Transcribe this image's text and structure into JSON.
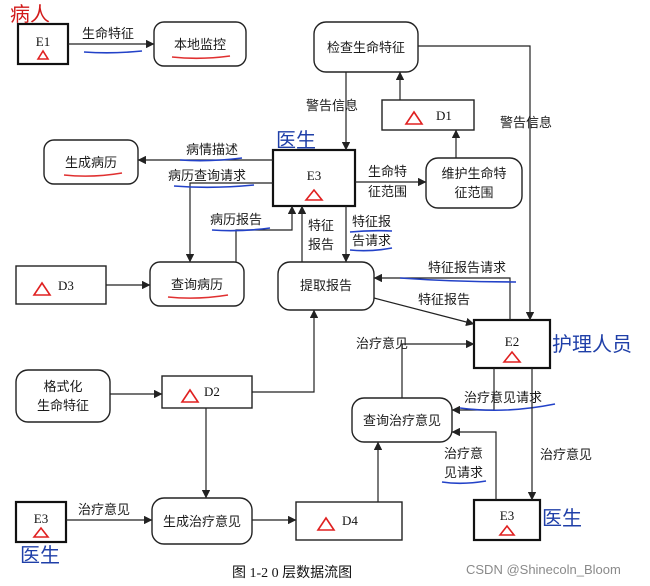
{
  "annotations": {
    "patient": "病人",
    "doctor": "医生",
    "nurse": "护理人员"
  },
  "entities": {
    "e1": "E1",
    "e3_top": "E3",
    "e2": "E2",
    "e3_bottom_left": "E3",
    "e3_bottom_right": "E3"
  },
  "processes": {
    "local_monitor": "本地监控",
    "check_vitals": "检查生命特征",
    "generate_record": "生成病历",
    "maintain_range": [
      "维护生命特",
      "征范围"
    ],
    "query_record": "查询病历",
    "extract_report": "提取报告",
    "format_vitals": [
      "格式化",
      "生命特征"
    ],
    "query_treatment": "查询治疗意见",
    "generate_treatment": "生成治疗意见"
  },
  "stores": {
    "d1": "D1",
    "d2": "D2",
    "d3": "D3",
    "d4": "D4"
  },
  "flows": {
    "vital_signs": "生命特征",
    "alarm_left": "警告信息",
    "alarm_right": "警告信息",
    "condition_desc": "病情描述",
    "record_query_req": "病历查询请求",
    "record_report": "病历报告",
    "vital_range": [
      "生命特",
      "征范围"
    ],
    "vital_report_a": [
      "特征",
      "报告"
    ],
    "vital_report_req_a": [
      "特征报",
      "告请求"
    ],
    "vital_report_req_b": "特征报告请求",
    "vital_report_b": "特征报告",
    "treatment_opinion_a": "治疗意见",
    "treatment_opinion_req_a": "治疗意见请求",
    "treatment_opinion_req_b": [
      "治疗意",
      "见请求"
    ],
    "treatment_opinion_b": "治疗意见",
    "treatment_opinion_c": "治疗意见"
  },
  "caption": "图 1-2    0 层数据流图",
  "watermark": "CSDN @Shinecoln_Bloom"
}
